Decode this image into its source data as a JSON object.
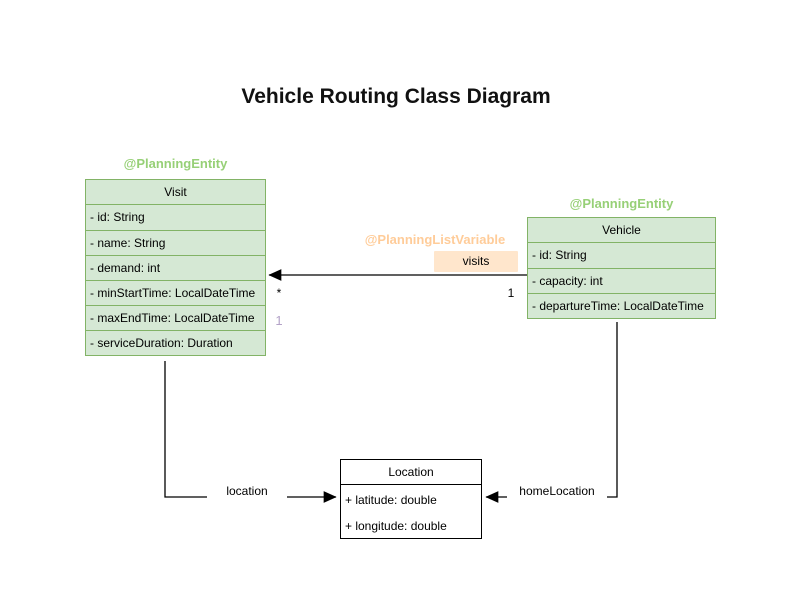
{
  "title": "Vehicle Routing Class Diagram",
  "colors": {
    "entity_fill": "#d5e8d4",
    "entity_border": "#82b366",
    "entity_annotation_text": "#97d077",
    "list_variable_annotation_text": "#ffcc99",
    "association_label_fill": "#ffe6cc",
    "secondary_multiplicity_text": "#b3a2c7",
    "plain_class_fill": "#ffffff",
    "plain_class_border": "#000000"
  },
  "classes": [
    {
      "name": "Visit",
      "annotation": "@PlanningEntity",
      "attributes": [
        "- id: String",
        "- name: String",
        "- demand: int",
        "- minStartTime: LocalDateTime",
        "- maxEndTime: LocalDateTime",
        "- serviceDuration: Duration"
      ]
    },
    {
      "name": "Vehicle",
      "annotation": "@PlanningEntity",
      "attributes": [
        "- id: String",
        "- capacity: int",
        "- departureTime: LocalDateTime"
      ]
    },
    {
      "name": "Location",
      "annotation": "",
      "attributes": [
        "+ latitude: double",
        "+ longitude: double"
      ]
    }
  ],
  "associations": [
    {
      "from": "Vehicle",
      "to": "Visit",
      "annotation": "@PlanningListVariable",
      "label": "visits",
      "multiplicity_at_visit": "*",
      "multiplicity_at_vehicle": "1",
      "multiplicity_secondary": "1"
    },
    {
      "from": "Visit",
      "to": "Location",
      "label": "location"
    },
    {
      "from": "Vehicle",
      "to": "Location",
      "label": "homeLocation"
    }
  ]
}
